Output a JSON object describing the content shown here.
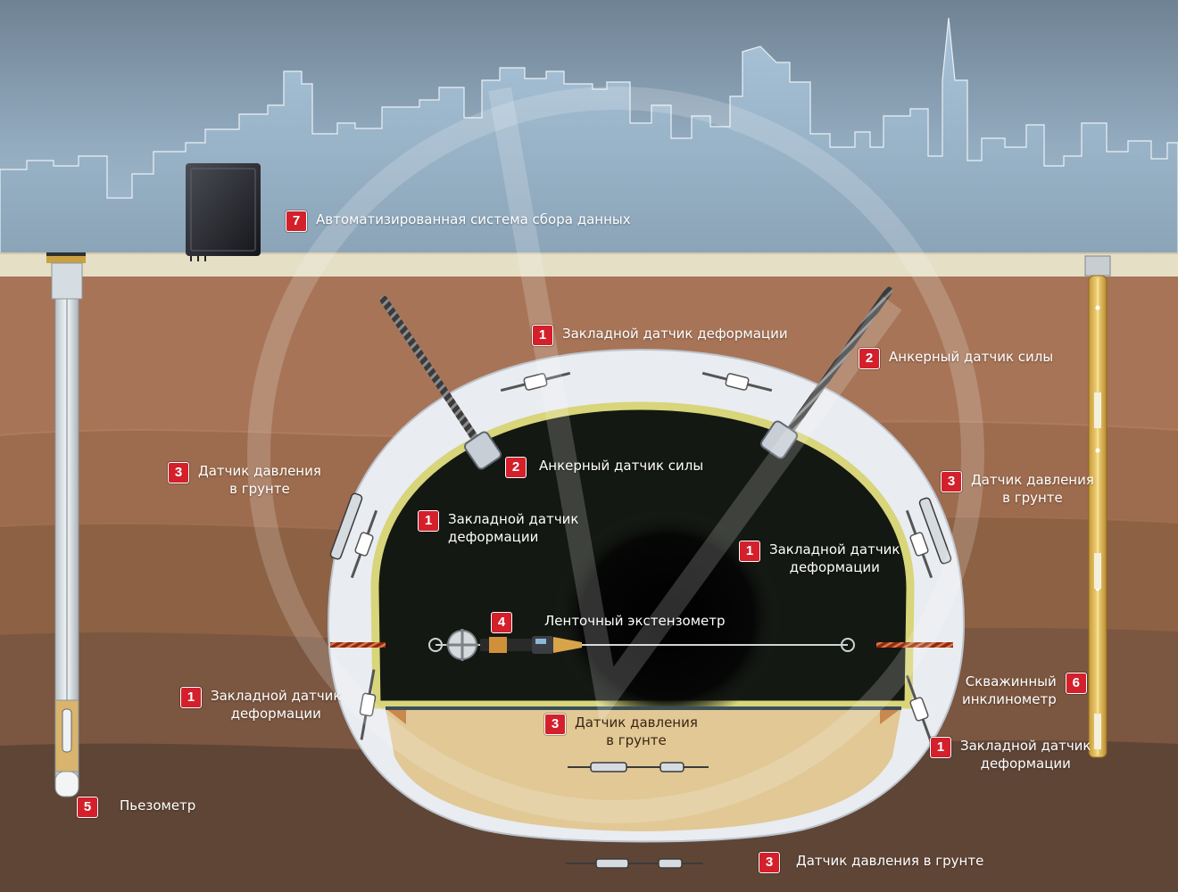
{
  "colors": {
    "sky_top": "#6f8294",
    "sky_bottom": "#a7bfd2",
    "ground_surface": "#e5dfc6",
    "soil_layer_1": "#a77457",
    "soil_layer_2": "#9d6b4d",
    "soil_layer_3": "#8d6144",
    "soil_layer_4": "#7b5640",
    "soil_layer_5": "#5f4536",
    "tunnel_lining": "#e9ecf1",
    "tunnel_interior": "#111510",
    "tunnel_invert_fill": "#e1c895",
    "badge_red": "#d3202b"
  },
  "callouts": [
    {
      "id": "7",
      "text": "Автоматизированная система сбора данных"
    },
    {
      "id": "1",
      "text": "Закладной датчик деформации"
    },
    {
      "id": "2",
      "text": "Анкерный датчик силы"
    },
    {
      "id": "3",
      "line1": "Датчик давления",
      "line2": "в грунте"
    },
    {
      "id": "2",
      "text": "Анкерный датчик силы"
    },
    {
      "id": "3",
      "line1": "Датчик давления",
      "line2": "в грунте"
    },
    {
      "id": "1",
      "line1": "Закладной датчик",
      "line2": "деформации"
    },
    {
      "id": "1",
      "line1": "Закладной датчик",
      "line2": "деформации"
    },
    {
      "id": "4",
      "text": "Ленточный экстензометр"
    },
    {
      "id": "1",
      "line1": "Закладной датчик",
      "line2": "деформации"
    },
    {
      "id": "6",
      "line1": "Скважинный",
      "line2": "инклинометр"
    },
    {
      "id": "3",
      "line1": "Датчик давления",
      "line2": "в грунте"
    },
    {
      "id": "1",
      "line1": "Закладной датчик",
      "line2": "деформации"
    },
    {
      "id": "5",
      "text": "Пьезометр"
    },
    {
      "id": "3",
      "text": "Датчик давления в грунте"
    }
  ]
}
